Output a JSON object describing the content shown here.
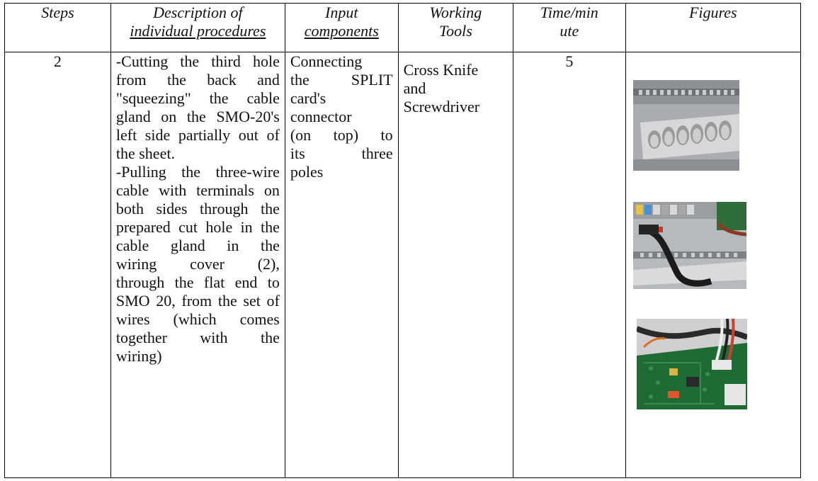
{
  "table": {
    "headers": {
      "steps": "Steps",
      "description": [
        "Description of",
        "individual procedures"
      ],
      "input": [
        "Input",
        "components"
      ],
      "tools": [
        "Working",
        "Tools"
      ],
      "time": [
        "Time/min",
        "ute"
      ],
      "figures": "Figures"
    },
    "row": {
      "step": "2",
      "description_lines": [
        "-Cutting the third hole",
        "from the back and",
        "\"squeezing\" the cable",
        "gland on the SMO-20's",
        "left side partially out of",
        "the sheet.",
        "-Pulling the three-wire",
        "cable with terminals on",
        "both sides through the",
        "prepared cut hole in the",
        "cable gland in the",
        "wiring cover (2),",
        "through the flat end to",
        "SMO 20, from the set of",
        "wires (which comes",
        "together with the",
        "wiring)"
      ],
      "input_lines": [
        "Connecting",
        "the SPLIT",
        "card's",
        "connector",
        "(on top) to",
        "its three",
        "poles"
      ],
      "tools_lines": [
        "Cross Knife",
        "and",
        "Screwdriver"
      ],
      "time": "5"
    }
  }
}
